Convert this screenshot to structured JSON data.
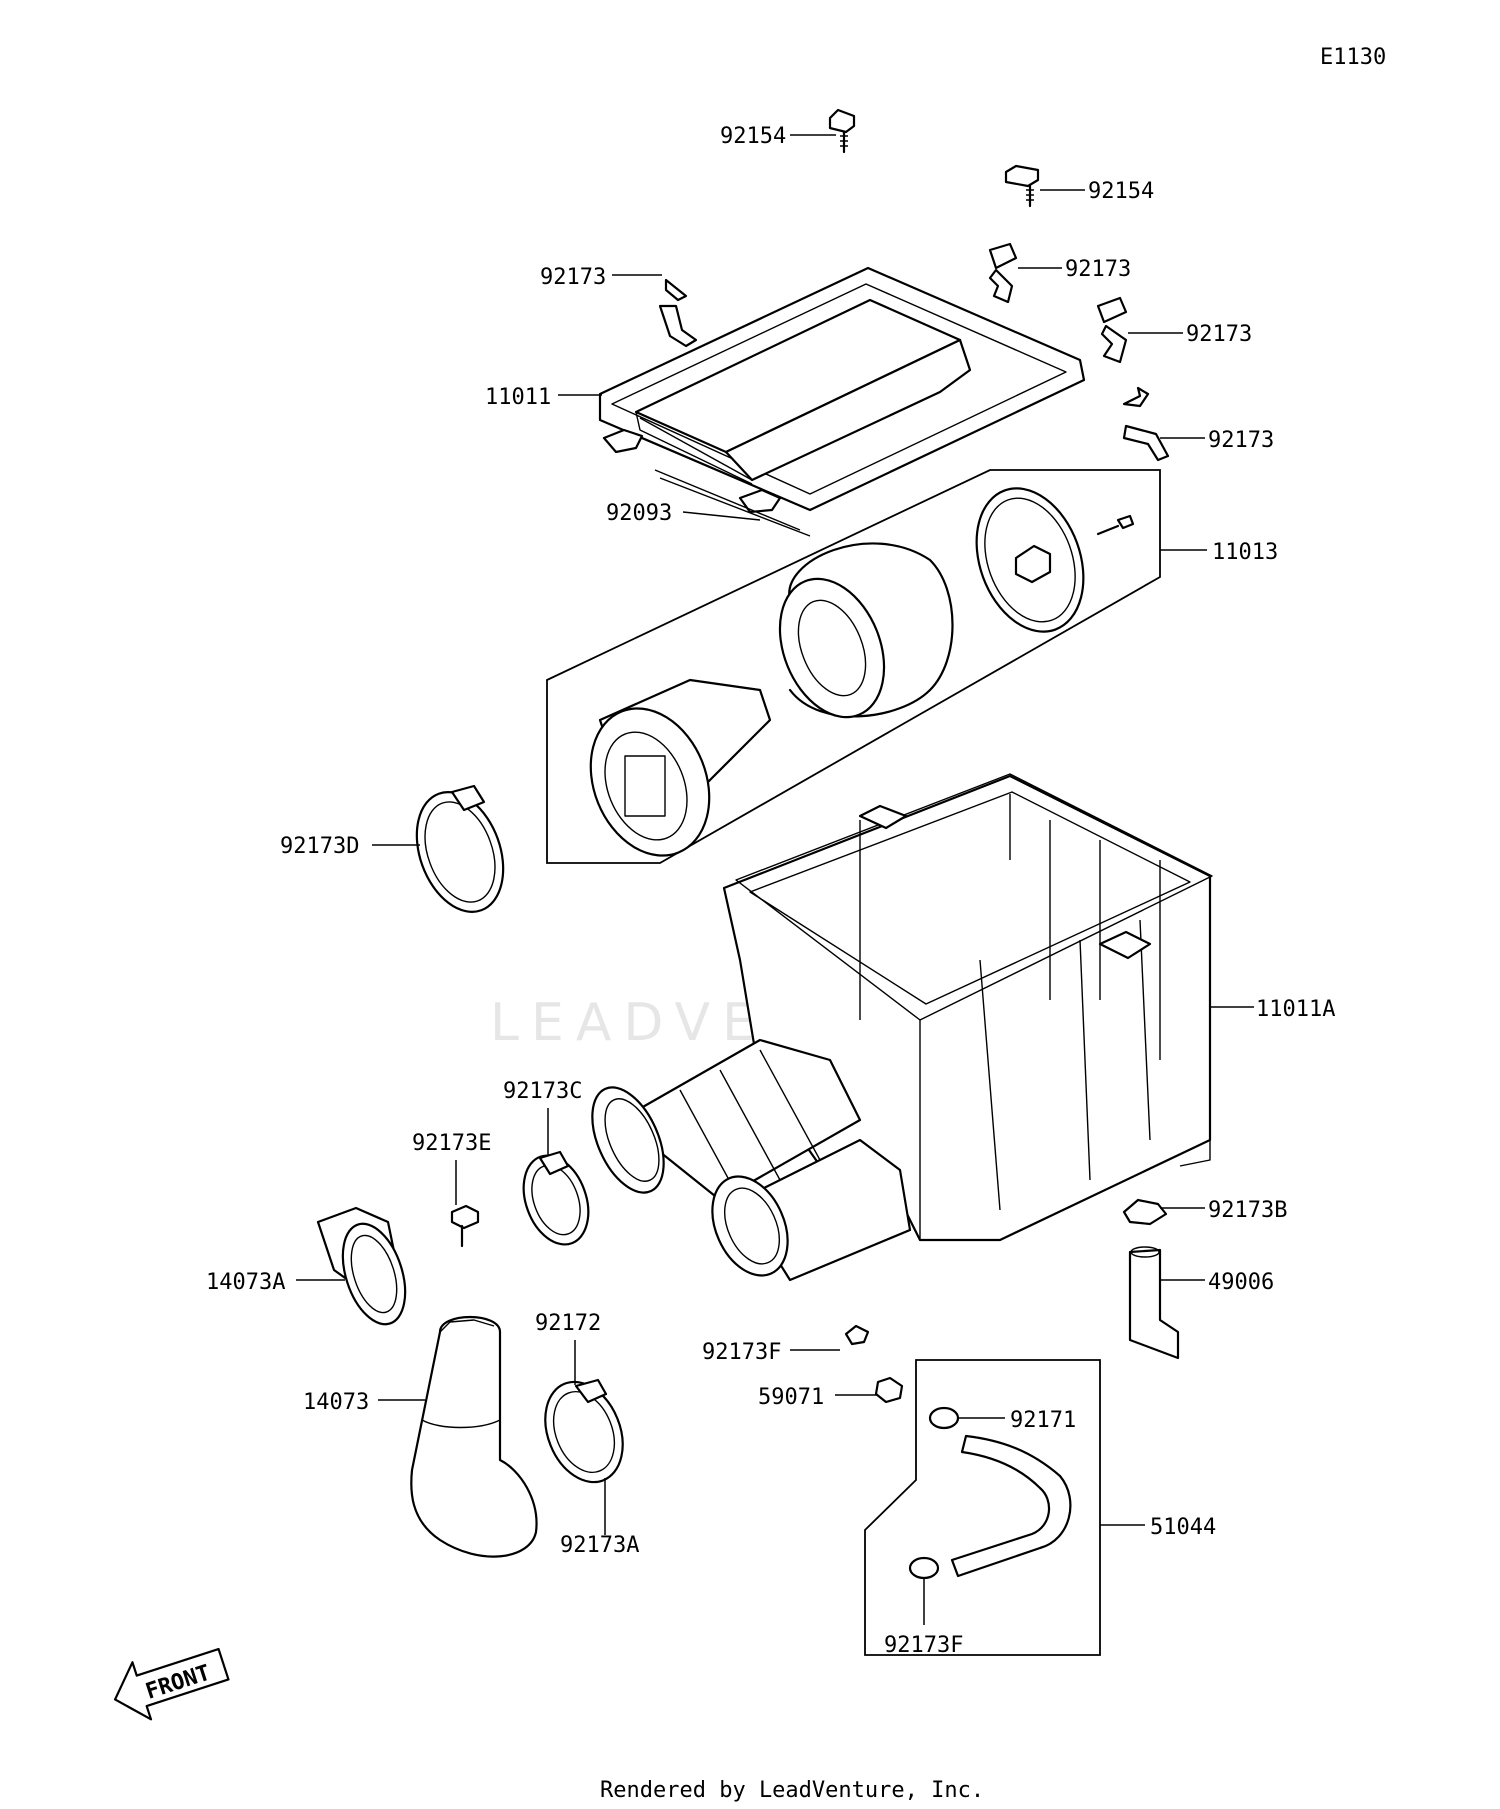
{
  "diagram_code": "E1130",
  "watermark": "LEADVENTURE",
  "footer": "Rendered by LeadVenture, Inc.",
  "front_label": "FRONT",
  "labels": {
    "p92154_a": "92154",
    "p92154_b": "92154",
    "p92173_a": "92173",
    "p92173_b": "92173",
    "p92173_c": "92173",
    "p92173_d": "92173",
    "p11011": "11011",
    "p92093": "92093",
    "p11013": "11013",
    "p92173D": "92173D",
    "p11011A": "11011A",
    "p92173C": "92173C",
    "p92173E": "92173E",
    "p92173B": "92173B",
    "p14073A": "14073A",
    "p49006": "49006",
    "p92172": "92172",
    "p92173F_a": "92173F",
    "p59071": "59071",
    "p92171": "92171",
    "p14073": "14073",
    "p51044": "51044",
    "p92173A": "92173A",
    "p92173F_b": "92173F"
  }
}
